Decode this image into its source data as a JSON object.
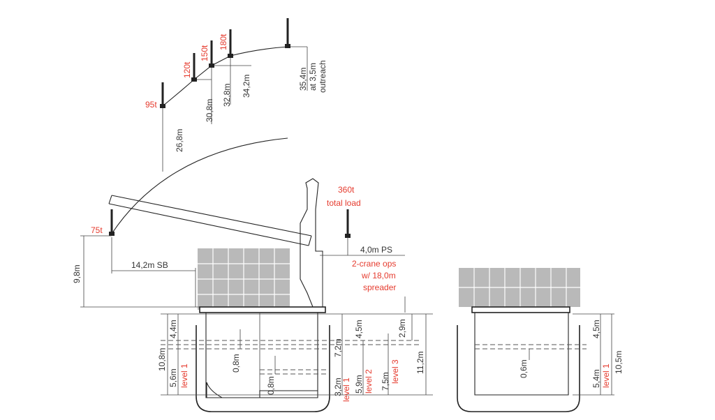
{
  "loads": {
    "l75": "75t",
    "l95": "95t",
    "l120": "120t",
    "l150": "150t",
    "l180": "180t",
    "total_value": "360t",
    "total_text": "total load"
  },
  "heights": {
    "h26": "26,8m",
    "h30": "30,8m",
    "h32": "32,8m",
    "h34": "34,2m",
    "h35": "35,4m",
    "at": "at 3,5m",
    "outreach": "outreach"
  },
  "dims": {
    "h98": "9,8m",
    "sb": "14,2m SB",
    "ps": "4,0m PS",
    "ops1": "2-crane ops",
    "ops2": "w/ 18,0m",
    "ops3": "spreader"
  },
  "left_section": {
    "d108": "10,8m",
    "d44a": "4,4m",
    "d56": "5,6m",
    "lv1a": "level 1",
    "d08a": "0,8m",
    "d08b": "0,8m",
    "d72": "7,2m",
    "d45a": "4,5m",
    "d29": "2,9m",
    "d32": "3,2m",
    "lv1b": "level 1",
    "d59": "5,9m",
    "lv2": "level 2",
    "d75": "7,5m",
    "lv3": "level 3",
    "d112": "11,2m"
  },
  "right_section": {
    "d06": "0,6m",
    "d45b": "4,5m",
    "d54": "5,4m",
    "lv1c": "level 1",
    "d105": "10,5m"
  },
  "colors": {
    "ink": "#222222",
    "accent": "#e53b2e",
    "container": "#b9b9b9"
  }
}
